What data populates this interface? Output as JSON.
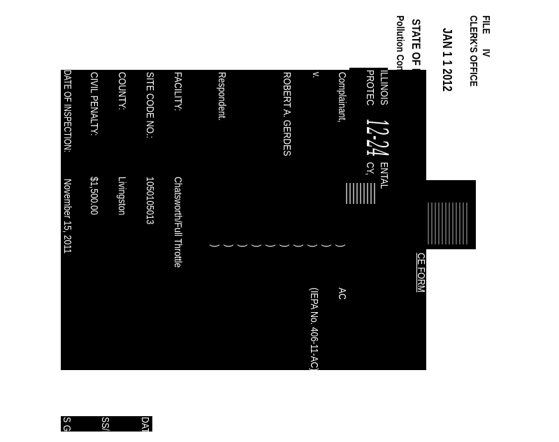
{
  "stamp": {
    "file": "FILE",
    "iv": "IV",
    "clerks_office": "CLERK'S OFFICE",
    "date": "JAN 1 1 2012",
    "state": "STATE OF ILLINOIS",
    "board": "Pollution Control Board"
  },
  "handwritten_docket": "12-24",
  "caption": {
    "complainant_line1_a": "ILLINOIS",
    "complainant_line1_b": "ENTAL",
    "complainant_line2_a": "PROTEC",
    "complainant_line2_b": "CY,",
    "complainant_label": "Complainant,",
    "versus": "v.",
    "respondent_name": "ROBERT A. GERDES",
    "respondent_label": "Respondent.",
    "form_title": "CE FORM",
    "case_type": "AC",
    "case_number": "(IEPA No. 406-11-AC)",
    "bracket": ")"
  },
  "fields": [
    {
      "label": "FACILITY:",
      "value": "Chatsworth/Full Throttle"
    },
    {
      "label": "SITE CODE NO.:",
      "value": "1050105013"
    },
    {
      "label": "COUNTY:",
      "value": "Livingston"
    },
    {
      "label": "CIVIL PENALTY:",
      "value": "$1,500.00"
    },
    {
      "label": "DATE OF INSPECTION:",
      "value": "November 15, 2011"
    }
  ],
  "footer": {
    "date": "DATE",
    "ss_fe": "SS/FE",
    "s_gv": "S GV"
  }
}
